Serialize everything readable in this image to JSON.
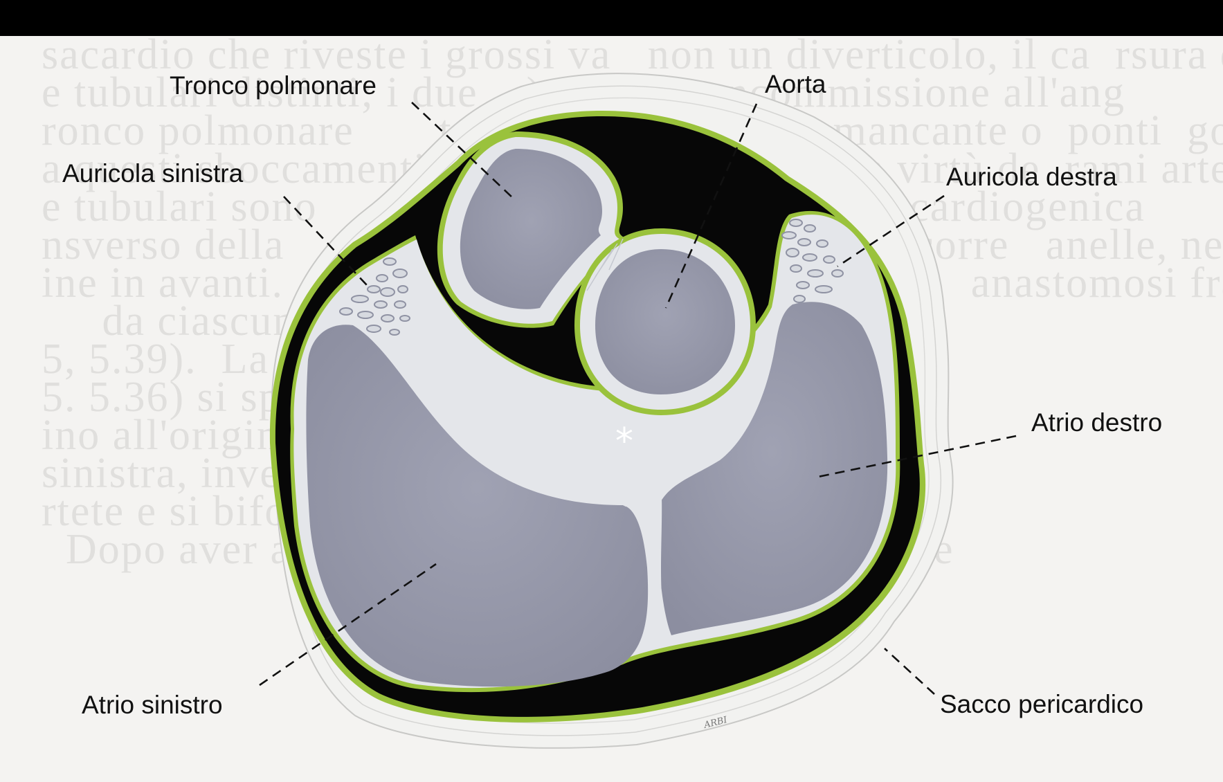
{
  "labels": {
    "tronco_polmonare": "Tronco polmonare",
    "aorta": "Aorta",
    "auricola_sinistra": "Auricola sinistra",
    "auricola_destra": "Auricola destra",
    "atrio_destro": "Atrio destro",
    "atrio_sinistro": "Atrio sinistro",
    "sacco_pericardico": "Sacco pericardico"
  },
  "marker": "*",
  "signature": "ARBI",
  "background_text": [
    "sacardio che riveste i grossi va   non un diverticolo, il ca  rsura di",
    "e tubulari distinti; i due    ), assi  nconcommissione all'ang",
    "ronco polmonare       terr    re dell'altro si  mancante o  ponti  gone  di",
    "a questi sboccamenti,      pericardio pe   te, in virtù de  rami arteriosi",
    "e tubulari sono     o. In alto    ogni emergenza  cardiogenica",
    "nsverso della        iagnosi margine s   esente decorre   anelle, nella maggior",
    "ine in avanti.       sfondo cieco   ole muscolari  e   anastomosi fra le",
    "     da ciascun    ostituiscono     nti; talora  te a",
    "5, 5.39).  La       iurum con l'a    e comune  ale",
    "5. 5.36) si spin     ica renderes     rmano, con",
    "ino all'origine      del territorio    i coronari",
    "sinistra, invece,  si distribuis    ell'arteria inte",
    "rtete e si biforca.   i rami dell'    lle  v  ari   di",
    "  Dopo aver avv   arteria   anche dunque, bronche"
  ],
  "colors": {
    "pericardial_cavity": "#070707",
    "serosa": "#9ac23c",
    "chamber": "#989aab",
    "tissue": "#e4e6ea",
    "sac": "#f2f2f0"
  }
}
